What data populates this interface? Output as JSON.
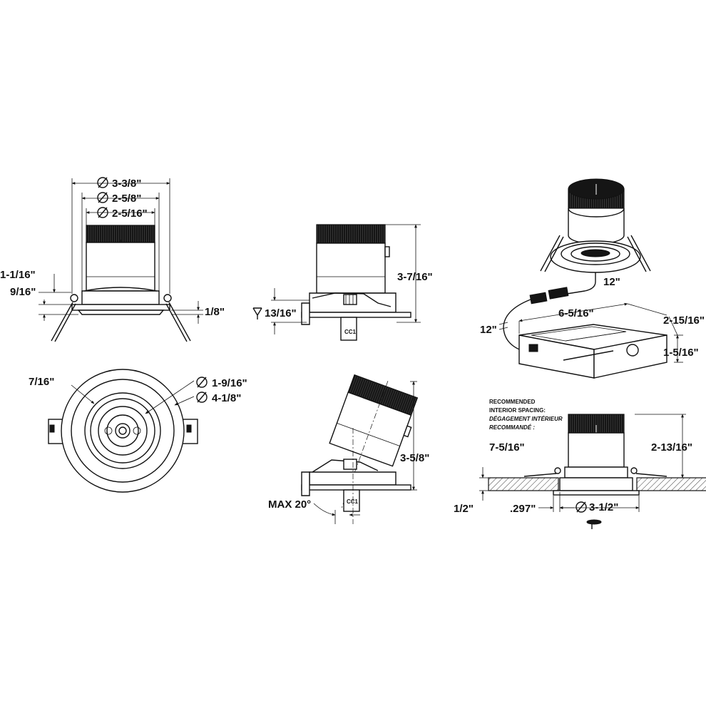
{
  "dimensions": {
    "front_trim_dia": "3-3/8\"",
    "front_body_dia": "2-5/8\"",
    "front_head_dia": "2-5/16\"",
    "front_height_1": "1-1/16\"",
    "front_height_2": "9/16\"",
    "front_flange": "1/8\"",
    "side_height": "3-7/16\"",
    "side_depth": "13/16\"",
    "top_dia_inner": "1-9/16\"",
    "top_dia_outer": "4-1/8\"",
    "top_radial": "7/16\"",
    "tilt_height": "3-5/8\"",
    "tilt_max": "MAX 20°",
    "cable_1": "12\"",
    "cable_2": "12\"",
    "jbox_length": "6-5/16\"",
    "jbox_width": "2-15/16\"",
    "jbox_height": "1-5/16\"",
    "install_height": "2-13/16\"",
    "install_spacing": "7-5/16\"",
    "install_ceiling": "1/2\"",
    "install_offset": ".297\"",
    "install_cutout": "3-1/2\""
  },
  "notes": {
    "spacing_en_1": "RECOMMENDED",
    "spacing_en_2": "INTERIOR SPACING:",
    "spacing_fr_1": "DÉGAGEMENT INTÉRIEUR",
    "spacing_fr_2": "RECOMMANDÉ :"
  },
  "icons": [
    "diameter-symbol",
    "depth-arrow-icon",
    "connector-icon",
    "knockout-icon"
  ]
}
